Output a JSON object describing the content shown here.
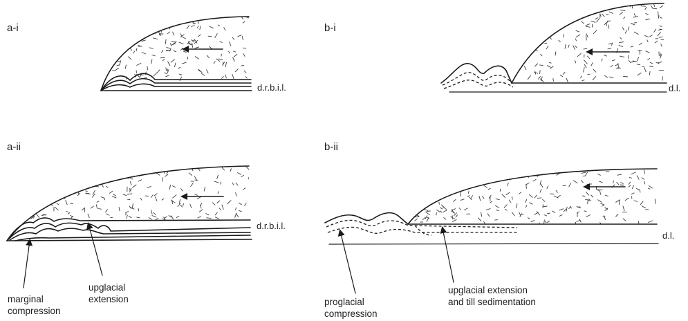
{
  "panels": {
    "a_i": {
      "label": "a-i",
      "bed_label": "d.r.b.i.l."
    },
    "b_i": {
      "label": "b-i",
      "bed_label": "d.l."
    },
    "a_ii": {
      "label": "a-ii",
      "bed_label": "d.r.b.i.l."
    },
    "b_ii": {
      "label": "b-ii",
      "bed_label": "d.l."
    }
  },
  "annotations": {
    "marginal_compression": [
      "marginal",
      "compression"
    ],
    "upglacial_extension": [
      "upglacial",
      "extension"
    ],
    "proglacial_compression": [
      "proglacial",
      "compression"
    ],
    "upglacial_extension_till": [
      "upglacial extension",
      "and till sedimentation"
    ]
  },
  "icons": {
    "flow_arrow": "arrow-left-icon",
    "pointer": "arrow-up-icon"
  }
}
